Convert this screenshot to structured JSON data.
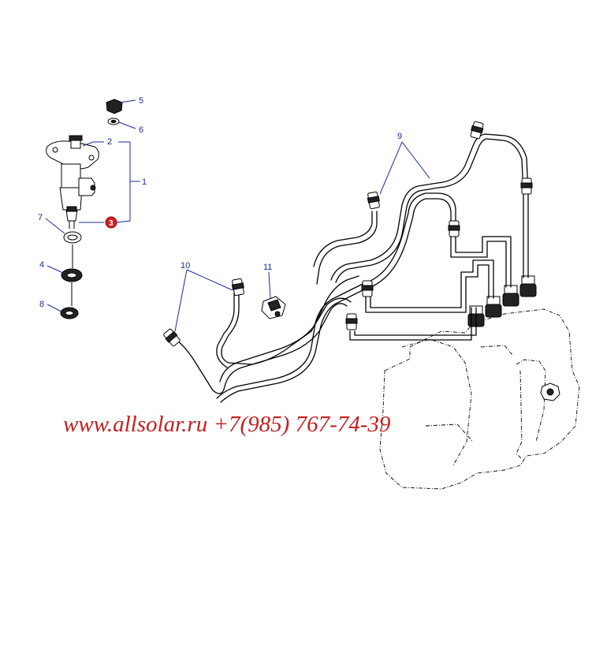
{
  "diagram": {
    "callouts": [
      {
        "id": "5",
        "label": "5"
      },
      {
        "id": "6",
        "label": "6"
      },
      {
        "id": "2",
        "label": "2"
      },
      {
        "id": "1",
        "label": "1"
      },
      {
        "id": "3",
        "label": "3",
        "highlighted": true,
        "color": "#d42020"
      },
      {
        "id": "7",
        "label": "7"
      },
      {
        "id": "4",
        "label": "4"
      },
      {
        "id": "8",
        "label": "8"
      },
      {
        "id": "9",
        "label": "9"
      },
      {
        "id": "10",
        "label": "10"
      },
      {
        "id": "11",
        "label": "11"
      }
    ],
    "callout_color": "#1a2a9c"
  },
  "watermark": {
    "text": "www.allsolar.ru +7(985) 767-74-39",
    "color": "#c41e1e"
  }
}
